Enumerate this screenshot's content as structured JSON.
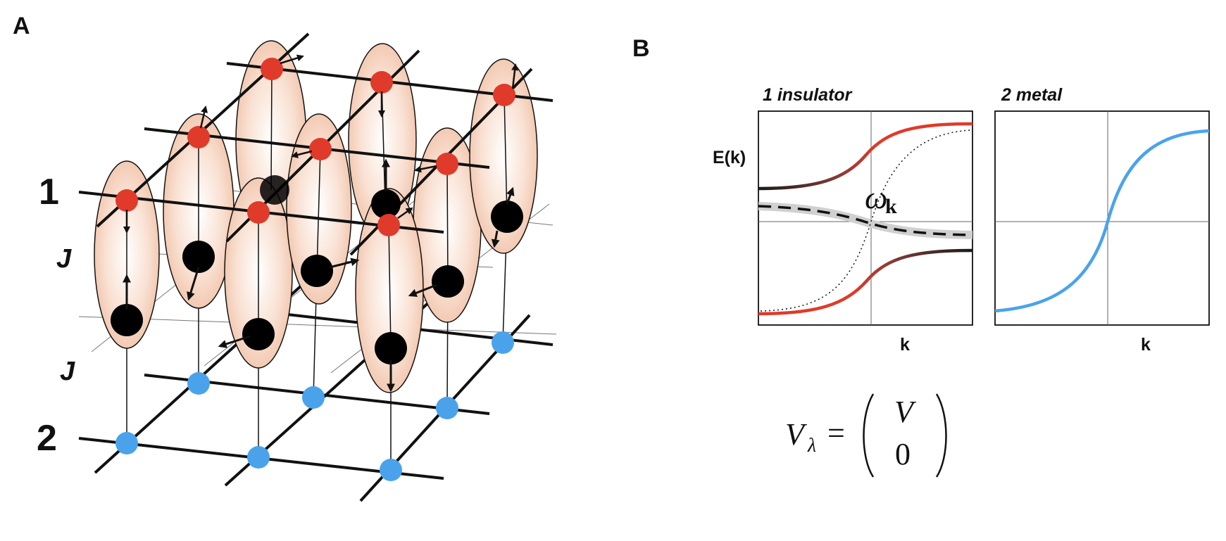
{
  "panel_a": {
    "letter": "A",
    "layer_top": "1",
    "layer_bottom": "2",
    "coupling_upper": "J",
    "coupling_lower": "J"
  },
  "panel_b": {
    "letter": "B",
    "plot_insulator_title": "1 insulator",
    "plot_metal_title": "2 metal",
    "y_axis_label": "E(k)",
    "x_axis_label_left": "k",
    "x_axis_label_right": "k",
    "omega_symbol": "ω",
    "omega_subscript": "k",
    "formula": {
      "lhs": "V",
      "lhs_sub": "λ",
      "equals": "=",
      "top": "V",
      "bottom": "0"
    }
  },
  "colors": {
    "red_site": "#e03a2a",
    "blue_site": "#4aa3ea",
    "black_site": "#000000",
    "ellipse_fill": "#f6d6c5",
    "band_red": "#e03a2a",
    "band_blue": "#4aa3ea",
    "flat_band_shadow": "#d0d0d0"
  },
  "icons": [
    "lattice-diagram",
    "spin-arrow-icon",
    "band-structure-plot"
  ]
}
